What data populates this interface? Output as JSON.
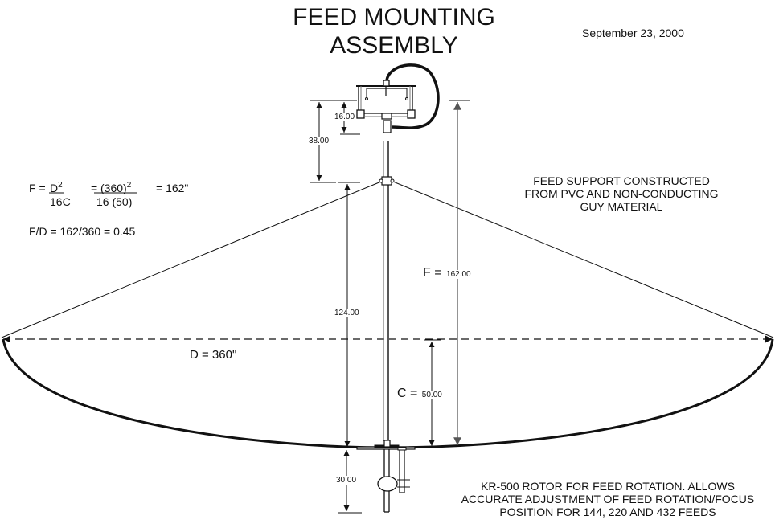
{
  "title": {
    "line1": "FEED MOUNTING",
    "line2": "ASSEMBLY"
  },
  "date": "September 23, 2000",
  "formula": {
    "f_lhs": "F = ",
    "numerator_1": "D",
    "exp_1": "2",
    "denominator_1": "16C",
    "eq_2": "= ",
    "numerator_2": "(360)",
    "exp_2": "2",
    "denominator_2": "16 (50)",
    "result": "= 162\"",
    "ratio": "F/D = 162/360 = 0.45"
  },
  "notes": {
    "support": [
      "FEED SUPPORT CONSTRUCTED",
      "FROM PVC AND NON-CONDUCTING",
      "GUY MATERIAL"
    ],
    "rotor": [
      "KR-500 ROTOR FOR FEED ROTATION.  ALLOWS",
      "ACCURATE ADJUSTMENT OF FEED ROTATION/FOCUS",
      "POSITION FOR 144, 220 AND 432 FEEDS"
    ]
  },
  "dimensions": {
    "feed_height": "16.00",
    "feed_to_guy": "38.00",
    "guy_height": "124.00",
    "focal_prefix": "F = ",
    "focal_length": "162.00",
    "depth_prefix": "C = ",
    "depth": "50.00",
    "rotor_drop": "30.00",
    "diameter_label": "D = 360\""
  },
  "colors": {
    "line": "#111111",
    "gray_line": "#7a7a7a",
    "background": "#ffffff"
  }
}
